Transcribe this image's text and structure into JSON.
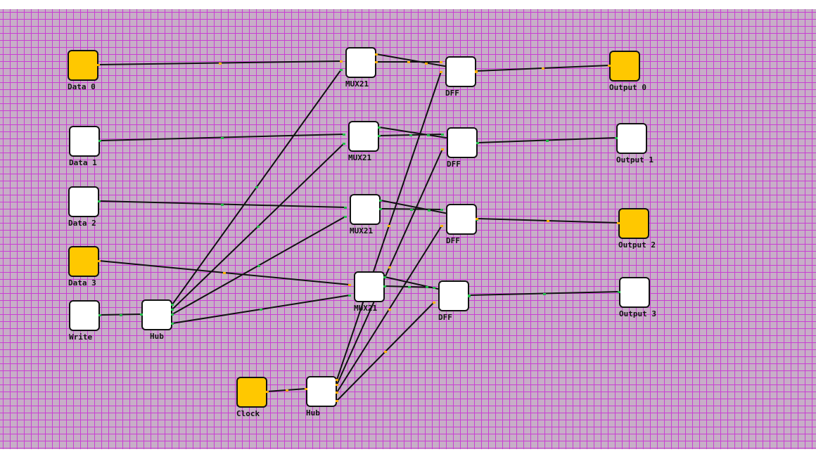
{
  "colors": {
    "active": "#ffc800",
    "inactive": "#ffffff",
    "wire": "#111111",
    "signal_on": "#ffb000",
    "signal_off": "#22c04a"
  },
  "inputs": {
    "data0": {
      "label": "Data 0",
      "state": "on"
    },
    "data1": {
      "label": "Data 1",
      "state": "off"
    },
    "data2": {
      "label": "Data 2",
      "state": "off"
    },
    "data3": {
      "label": "Data 3",
      "state": "on"
    },
    "write": {
      "label": "Write",
      "state": "off"
    },
    "clock": {
      "label": "Clock",
      "state": "on"
    }
  },
  "hubs": {
    "write_hub": {
      "label": "Hub"
    },
    "clock_hub": {
      "label": "Hub"
    }
  },
  "muxes": {
    "mux0": {
      "label": "MUX21"
    },
    "mux1": {
      "label": "MUX21"
    },
    "mux2": {
      "label": "MUX21"
    },
    "mux3": {
      "label": "MUX21"
    }
  },
  "flipflops": {
    "dff0": {
      "label": "DFF"
    },
    "dff1": {
      "label": "DFF"
    },
    "dff2": {
      "label": "DFF"
    },
    "dff3": {
      "label": "DFF"
    }
  },
  "outputs": {
    "out0": {
      "label": "Output 0",
      "state": "on"
    },
    "out1": {
      "label": "Output 1",
      "state": "off"
    },
    "out2": {
      "label": "Output 2",
      "state": "on"
    },
    "out3": {
      "label": "Output 3",
      "state": "off"
    }
  }
}
